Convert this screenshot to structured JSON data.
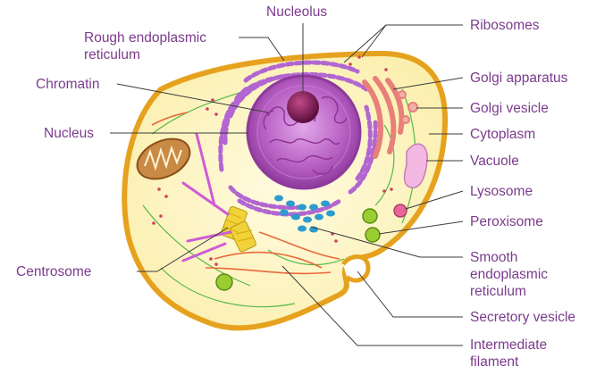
{
  "diagram": {
    "labels": {
      "nucleolus": "Nucleolus",
      "rough_er_line1": "Rough endoplasmic",
      "rough_er_line2": "reticulum",
      "chromatin": "Chromatin",
      "nucleus": "Nucleus",
      "centrosome": "Centrosome",
      "ribosomes": "Ribosomes",
      "golgi_apparatus": "Golgi apparatus",
      "golgi_vesicle": "Golgi vesicle",
      "cytoplasm": "Cytoplasm",
      "vacuole": "Vacuole",
      "lysosome": "Lysosome",
      "peroxisome": "Peroxisome",
      "smooth_er_line1": "Smooth",
      "smooth_er_line2": "endoplasmic",
      "smooth_er_line3": "reticulum",
      "secretory_vesicle": "Secretory vesicle",
      "intermediate_filament_line1": "Intermediate",
      "intermediate_filament_line2": "filament"
    },
    "colors": {
      "label_text": "#7b3b8c",
      "leader_line": "#3b3b3b",
      "cell_fill": "#fdf6c3",
      "cell_membrane": "#e6a21e",
      "nucleus": "#9b3fa6",
      "nucleolus": "#7a1350",
      "rough_er": "#b266d1",
      "golgi": "#e8807a",
      "smooth_er": "#2b9bd0",
      "mitochondrion": "#c47a35",
      "vacuole": "#f0b3e0",
      "peroxisome": "#9acd32",
      "filament": "#e86a3a"
    }
  }
}
